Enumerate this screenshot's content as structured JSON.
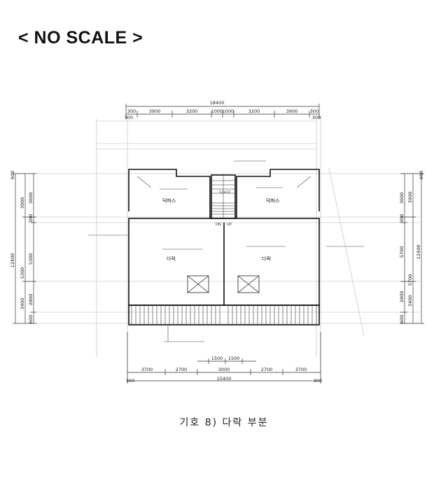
{
  "page": {
    "heading": "< NO SCALE >",
    "caption": "기호 8) 다락 부분"
  },
  "drawing": {
    "top_dims": {
      "overall": "18400",
      "segments": [
        "300",
        "3900",
        "3200",
        "1000",
        "1000",
        "3200",
        "3900",
        "300"
      ],
      "edge_left": "300",
      "edge_right": "300"
    },
    "bottom_dims": {
      "center": [
        "1500",
        "1500"
      ],
      "segments": [
        "3700",
        "2700",
        "3000",
        "2700",
        "3700"
      ],
      "overall": "15400",
      "edge_left": "300",
      "edge_right": "300"
    },
    "left_dims": {
      "overall": "12400",
      "outer": [
        "3900",
        "5300",
        "3400"
      ],
      "inner": [
        "3600",
        "300",
        "5300",
        "2800",
        "600"
      ],
      "top_small": "600",
      "bottom_small": "600"
    },
    "right_dims": {
      "overall": "12400",
      "outer": [
        "3900",
        "5700",
        "3400"
      ],
      "inner": [
        "3600",
        "300",
        "5700",
        "2800",
        "600"
      ],
      "top_small": "600",
      "bottom_small": "600"
    },
    "rooms": {
      "upper_left": "덕파스",
      "upper_right": "덕파스",
      "lower_left": "다락",
      "lower_right": "다락"
    },
    "markers": [
      "DN",
      "UP"
    ],
    "center_label": "12x12"
  }
}
